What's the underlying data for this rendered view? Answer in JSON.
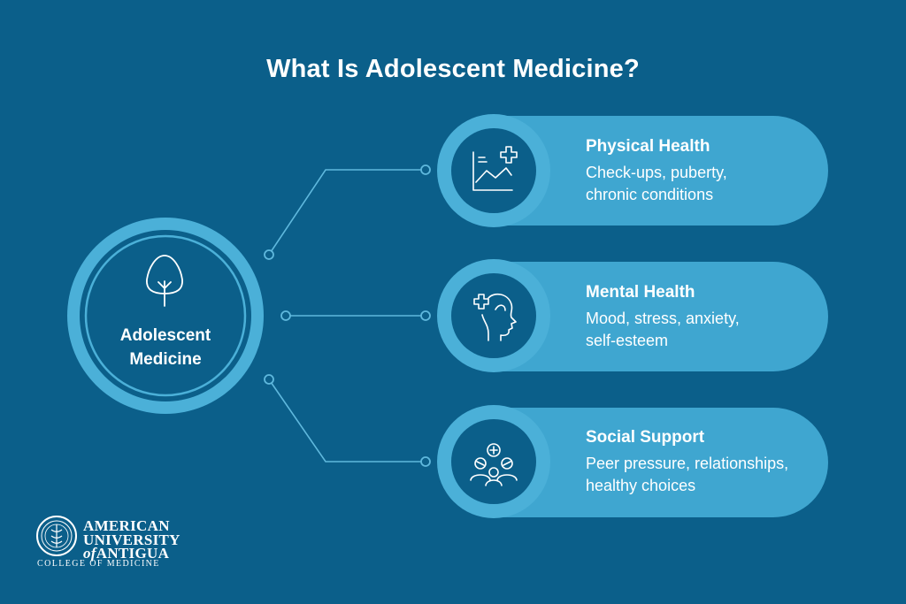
{
  "title": "What Is Adolescent Medicine?",
  "hub": {
    "line1": "Adolescent",
    "line2": "Medicine",
    "icon": "tree-icon"
  },
  "cards": [
    {
      "heading": "Physical Health",
      "line1": "Check-ups, puberty,",
      "line2": "chronic conditions",
      "icon": "chart-plus-icon"
    },
    {
      "heading": "Mental Health",
      "line1": "Mood, stress, anxiety,",
      "line2": "self-esteem",
      "icon": "head-plus-icon"
    },
    {
      "heading": "Social Support",
      "line1": "Peer pressure, relationships,",
      "line2": "healthy choices",
      "icon": "group-plus-icon"
    }
  ],
  "brand": {
    "line1": "AMERICAN",
    "line2": "UNIVERSITY",
    "line3_prefix": "of",
    "line3": "ANTIGUA",
    "subtitle": "COLLEGE OF MEDICINE",
    "icon": "university-seal-icon"
  },
  "colors": {
    "background": "#0b5f8a",
    "card": "#3fa6d0",
    "ring_outer": "#4bb0d8",
    "ring_inner": "#0e5a84",
    "connector": "#5fb8dd",
    "text": "#ffffff"
  }
}
